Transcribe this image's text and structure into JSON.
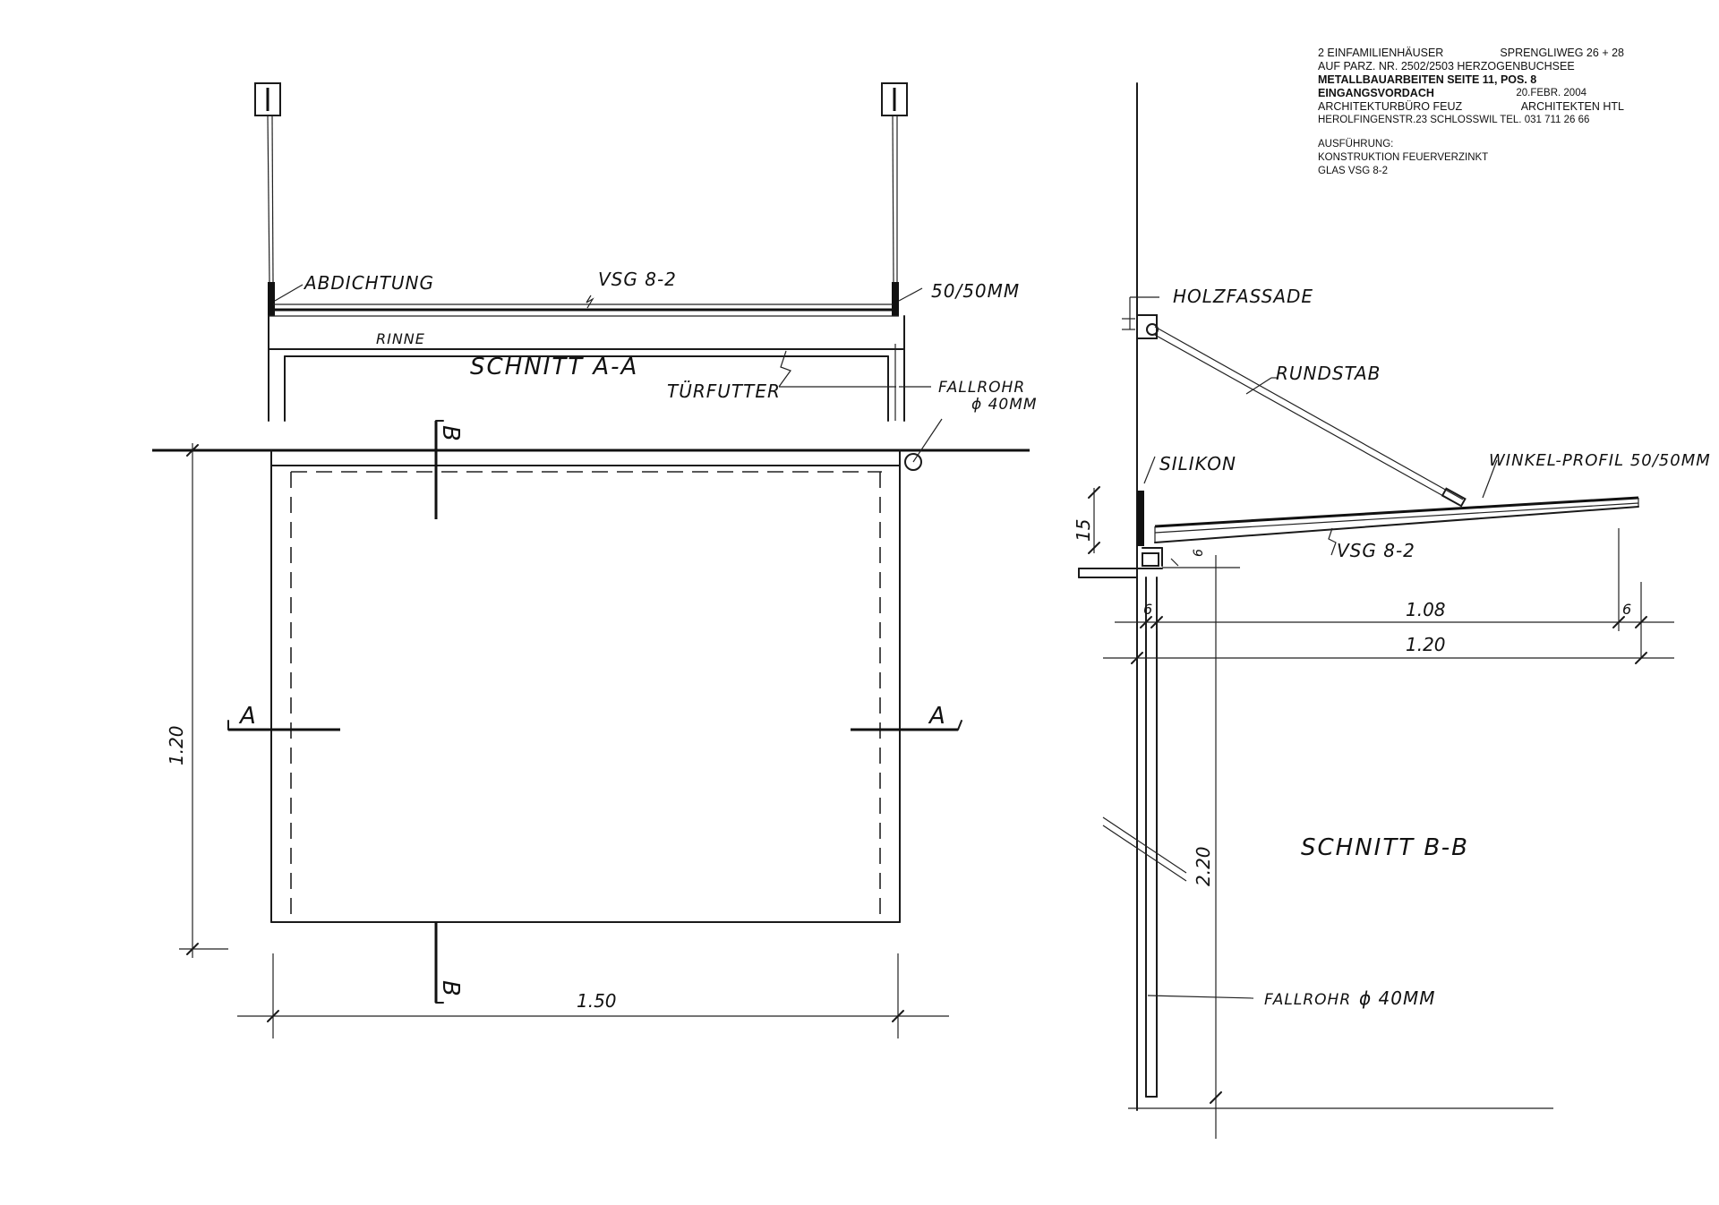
{
  "title_block": {
    "line1_left": "2 EINFAMILIENHÄUSER",
    "line1_right": "SPRENGLIWEG 26 + 28",
    "line2": "AUF PARZ. NR. 2502/2503  HERZOGENBUCHSEE",
    "line3": "METALLBAUARBEITEN SEITE 11,  POS. 8",
    "line4_left": "EINGANGSVORDACH",
    "line4_right": "20.FEBR. 2004",
    "line5_left": "ARCHITEKTURBÜRO FEUZ",
    "line5_right": "ARCHITEKTEN HTL",
    "line6": "HEROLFINGENSTR.23  SCHLOSSWIL TEL. 031 711 26 66",
    "ausfuehrung_label": "AUSFÜHRUNG:",
    "ausfuehrung_1": "KONSTRUKTION FEUERVERZINKT",
    "ausfuehrung_2": "GLAS VSG 8-2"
  },
  "left_view": {
    "abdichtung": "ABDICHTUNG",
    "vsg": "VSG 8-2",
    "profil": "50/50MM",
    "rinne": "RINNE",
    "section_title": "SCHNITT A-A",
    "tuerfutter": "TÜRFUTTER",
    "fallrohr": "FALLROHR",
    "fallrohr_dia": "ϕ 40MM",
    "cut_b": "B",
    "cut_a": "A",
    "dim_height": "1.20",
    "dim_width": "1.50"
  },
  "right_view": {
    "holzfassade": "HOLZFASSADE",
    "rundstab": "RUNDSTAB",
    "silikon": "SILIKON",
    "winkel_profil": "WINKEL-PROFIL 50/50MM",
    "vsg": "VSG 8-2",
    "dim_15": "15",
    "dim_6a": "6",
    "dim_6b": "6",
    "dim_6c": "6",
    "dim_108": "1.08",
    "dim_120": "1.20",
    "dim_220": "2.20",
    "section_title": "SCHNITT B-B",
    "fallrohr": "FALLROHR",
    "fallrohr_dia": "ϕ 40MM"
  }
}
